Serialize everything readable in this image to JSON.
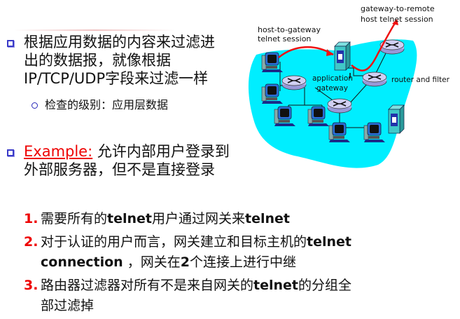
{
  "bullets": [
    {
      "lines": [
        "根据应用数据的内容来过滤进",
        "出的数据报，就像根据",
        "IP/TCP/UDP字段来过滤一样"
      ],
      "sub": "检查的级别：应用层数据"
    },
    {
      "example_label": "Example:",
      "lines_after_label": "允许内部用户登录到",
      "line2": "外部服务器，但不是直接登录"
    }
  ],
  "numbered": [
    {
      "num": "1.",
      "parts": [
        "需要所有的",
        "telnet",
        "用户通过网关来",
        "telnet"
      ]
    },
    {
      "num": "2.",
      "parts": [
        "对于认证的用户而言，网关建立和目标主机的",
        "telnet"
      ],
      "line2_parts": [
        "connection",
        " ，网关在",
        "2",
        "个连接上进行中继"
      ]
    },
    {
      "num": "3.",
      "parts": [
        "路由器过滤器对所有不是来自网关的",
        "telnet",
        "的分组全"
      ],
      "line2": "部过滤掉"
    }
  ],
  "diagram": {
    "labels": {
      "host_to_gateway_1": "host-to-gateway",
      "host_to_gateway_2": "telnet session",
      "gateway_to_remote_1": "gateway-to-remote",
      "gateway_to_remote_2": "host telnet session",
      "application_gateway_1": "application",
      "application_gateway_2": "gateway",
      "router_and_filter": "router and filter"
    },
    "colors": {
      "network_cloud": "#00eeff",
      "session_arrow": "#ee1111",
      "router": "#c8c8f0",
      "server": "#40c8c8"
    }
  }
}
